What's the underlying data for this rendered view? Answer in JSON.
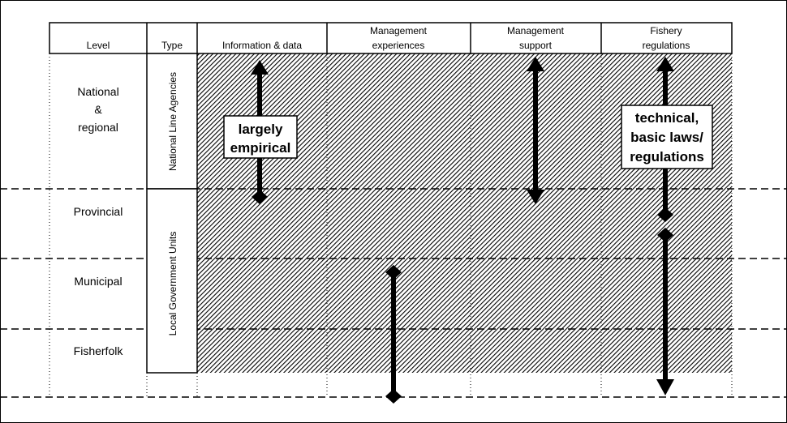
{
  "header": {
    "level": "Level",
    "type": "Type",
    "columns": [
      {
        "lines": [
          "Information & data"
        ]
      },
      {
        "lines": [
          "Management",
          "experiences"
        ]
      },
      {
        "lines": [
          "Management",
          "support"
        ]
      },
      {
        "lines": [
          "Fishery",
          "regulations"
        ]
      }
    ]
  },
  "levels": {
    "national": [
      "National",
      "&",
      "regional"
    ],
    "provincial": "Provincial",
    "municipal": "Municipal",
    "fisherfolk": "Fisherfolk"
  },
  "types": {
    "national": "National Line Agencies",
    "local": "Local Government Units"
  },
  "labels": {
    "info": [
      "largely",
      "empirical"
    ],
    "fishery": [
      "technical,",
      "basic laws/",
      "regulations"
    ]
  }
}
